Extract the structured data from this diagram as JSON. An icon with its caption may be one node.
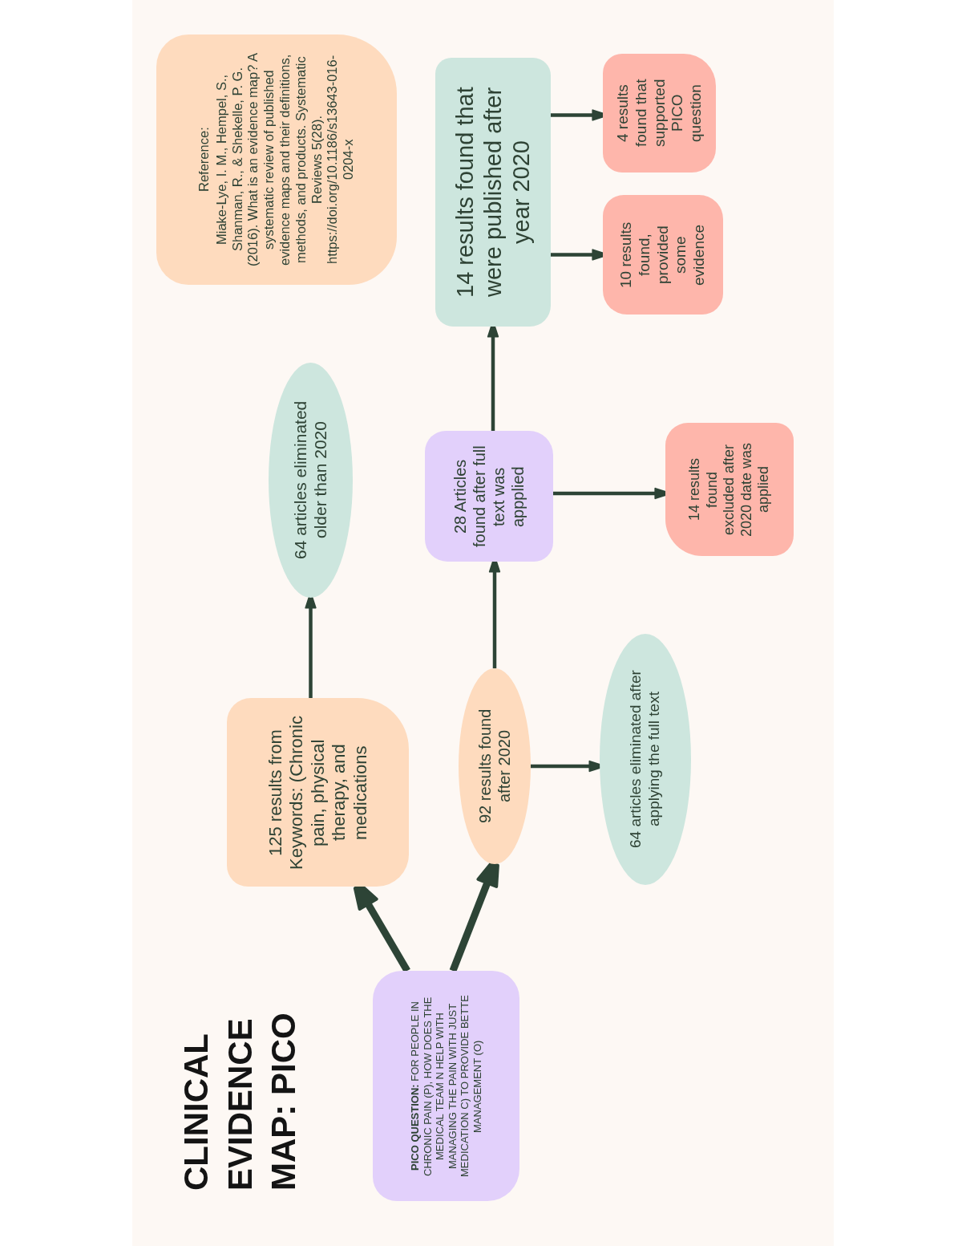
{
  "diagram": {
    "title": "CLINICAL EVIDENCE MAP: PICO",
    "nodes": [
      {
        "text": [
          "**PICO QUESTION:** FOR PEOPLE IN CHRONIC PAIN (P), HOW DOES THE MEDICAL TEAM N HELP WITH MANAGING THE PAIN WITH JUST MEDICATION C) TO PROVIDE BETTE MANAGEMENT (O)"
        ]
      },
      {
        "text": [
          "125 results from Keywords: (Chronic pain, physical therapy, and medications"
        ]
      },
      {
        "text": [
          "92 results found after 2020"
        ]
      },
      {
        "text": [
          "64 articles eliminated older than 2020"
        ]
      },
      {
        "text": [
          "28 Articles found after full text was appplied"
        ]
      },
      {
        "text": [
          "64 articles eliminated after applying the full text"
        ]
      },
      {
        "text": [
          "14 results found excluded after 2020 date was applied"
        ]
      },
      {
        "text": [
          "14 results found that were published after year 2020"
        ]
      },
      {
        "text": [
          "10 results found, provided some evidence"
        ]
      },
      {
        "text": [
          "4 results found that supported PICO question"
        ]
      },
      {
        "text": [
          "Reference:",
          "Miake-Lye, I. M., Hempel, S., Shanman, R., & Shekelle, P. G. (2016). What is an evidence map? A systematic review of published evidence maps and their definitions, methods, and products. Systematic Reviews 5(28). https://doi.org/10.1186/s13643-016-0204-x"
        ]
      }
    ],
    "edges": [
      {
        "from": 0,
        "to": 1,
        "arrow": "to",
        "style": "thick"
      },
      {
        "from": 0,
        "to": 2,
        "arrow": "to",
        "style": "thick"
      },
      {
        "from": 1,
        "to": 3,
        "arrow": "to"
      },
      {
        "from": 2,
        "to": 5,
        "arrow": "to"
      },
      {
        "from": 2,
        "to": 4,
        "arrow": "to"
      },
      {
        "from": 4,
        "to": 6,
        "arrow": "to"
      },
      {
        "from": 4,
        "to": 7,
        "arrow": "to"
      },
      {
        "from": 7,
        "to": 8,
        "arrow": "to"
      },
      {
        "from": 7,
        "to": 9,
        "arrow": "to"
      }
    ]
  }
}
